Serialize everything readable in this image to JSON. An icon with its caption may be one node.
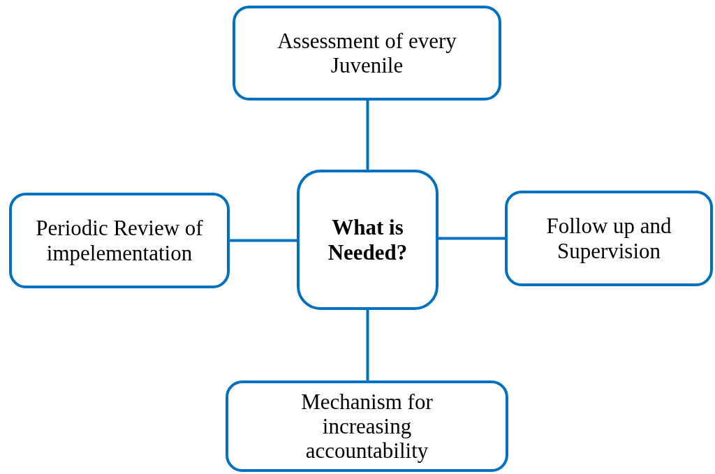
{
  "diagram": {
    "nodes": [
      {
        "text": [
          "Assessment of every Juvenile"
        ]
      },
      {
        "text": [
          "Periodic Review of impelementation"
        ]
      },
      {
        "text": [
          "What is Needed?"
        ]
      },
      {
        "text": [
          "Follow up and Supervision"
        ]
      },
      {
        "text": [
          "Mechanism for increasing accountability"
        ]
      }
    ],
    "edges": [
      {
        "from": 2,
        "to": 0,
        "arrow": "none"
      },
      {
        "from": 2,
        "to": 1,
        "arrow": "none"
      },
      {
        "from": 2,
        "to": 3,
        "arrow": "none"
      },
      {
        "from": 2,
        "to": 4,
        "arrow": "none"
      }
    ]
  }
}
